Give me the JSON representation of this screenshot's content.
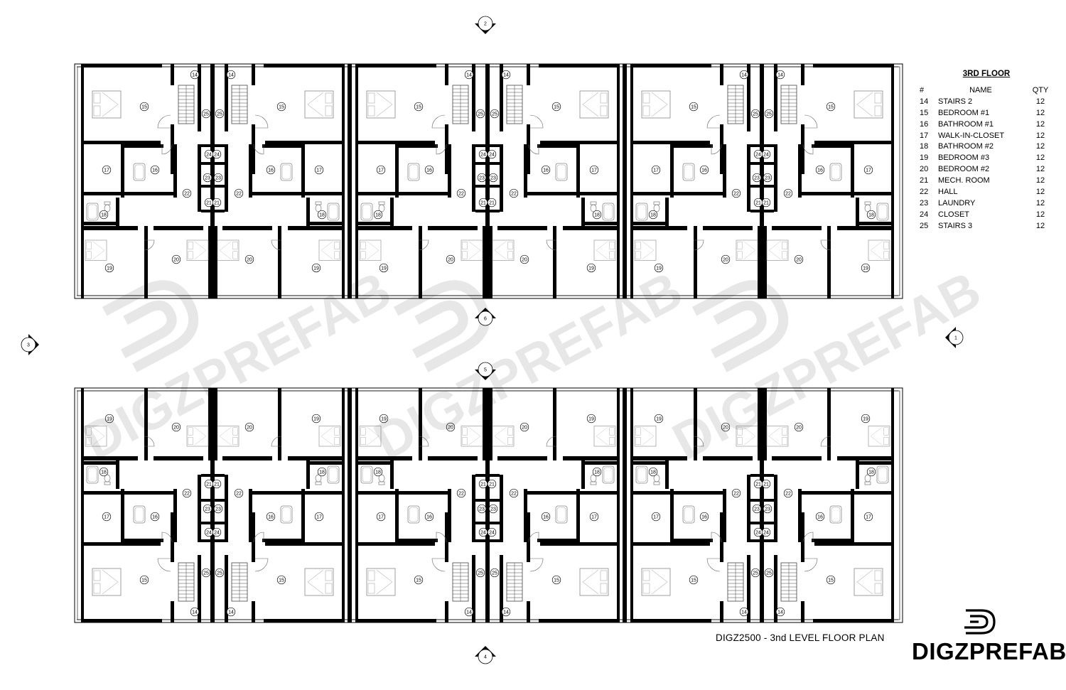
{
  "sheet": {
    "title": "DIGZ2500 - 3nd LEVEL FLOOR PLAN",
    "brand": "DIGZPREFAB",
    "watermark": "DIGZPREFAB"
  },
  "legend": {
    "title": "3RD FLOOR",
    "headers": {
      "num": "#",
      "name": "NAME",
      "qty": "QTY"
    },
    "rows": [
      {
        "num": "14",
        "name": "STAIRS 2",
        "qty": "12"
      },
      {
        "num": "15",
        "name": "BEDROOM #1",
        "qty": "12"
      },
      {
        "num": "16",
        "name": "BATHROOM #1",
        "qty": "12"
      },
      {
        "num": "17",
        "name": "WALK-IN-CLOSET",
        "qty": "12"
      },
      {
        "num": "18",
        "name": "BATHROOM #2",
        "qty": "12"
      },
      {
        "num": "19",
        "name": "BEDROOM #3",
        "qty": "12"
      },
      {
        "num": "20",
        "name": "BEDROOM #2",
        "qty": "12"
      },
      {
        "num": "21",
        "name": "MECH. ROOM",
        "qty": "12"
      },
      {
        "num": "22",
        "name": "HALL",
        "qty": "12"
      },
      {
        "num": "23",
        "name": "LAUNDRY",
        "qty": "12"
      },
      {
        "num": "24",
        "name": "CLOSET",
        "qty": "12"
      },
      {
        "num": "25",
        "name": "STAIRS 3",
        "qty": "12"
      }
    ]
  },
  "section_markers": [
    "1",
    "2",
    "3",
    "4",
    "5",
    "6"
  ],
  "room_tags": [
    "14",
    "15",
    "16",
    "17",
    "18",
    "19",
    "20",
    "21",
    "22",
    "23",
    "24",
    "25"
  ]
}
